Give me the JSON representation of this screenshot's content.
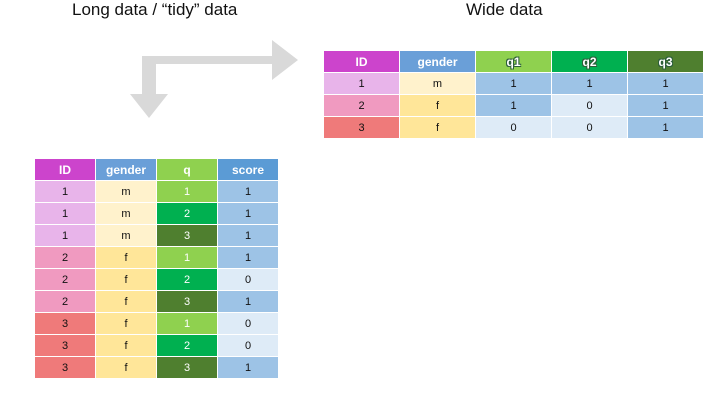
{
  "wide": {
    "title": "Wide data",
    "headers": [
      "ID",
      "gender",
      "q1",
      "q2",
      "q3"
    ],
    "rows": [
      [
        "1",
        "m",
        "1",
        "1",
        "1"
      ],
      [
        "2",
        "f",
        "1",
        "0",
        "1"
      ],
      [
        "3",
        "f",
        "0",
        "0",
        "1"
      ]
    ]
  },
  "long": {
    "title": "Long data / “tidy” data",
    "headers": [
      "ID",
      "gender",
      "q",
      "score"
    ],
    "rows": [
      [
        "1",
        "m",
        "1",
        "1"
      ],
      [
        "1",
        "m",
        "2",
        "1"
      ],
      [
        "1",
        "m",
        "3",
        "1"
      ],
      [
        "2",
        "f",
        "1",
        "1"
      ],
      [
        "2",
        "f",
        "2",
        "0"
      ],
      [
        "2",
        "f",
        "3",
        "1"
      ],
      [
        "3",
        "f",
        "1",
        "0"
      ],
      [
        "3",
        "f",
        "2",
        "0"
      ],
      [
        "3",
        "f",
        "3",
        "1"
      ]
    ]
  },
  "colors": {
    "id_header": "#cc44cc",
    "gender_header": "#6a9fd8",
    "q1": "#8fd14f",
    "q2": "#00b050",
    "q3": "#4f7f2f",
    "score_header": "#5b9bd5",
    "id_1": "#e8b4ea",
    "id_2": "#f09ac0",
    "id_3": "#ef7a7a",
    "gender_m": "#fff2cc",
    "gender_f": "#ffe699",
    "value_blue": "#9dc3e6",
    "value_zero_wide": "#deebf7",
    "arrow": "#d9d9d9"
  }
}
